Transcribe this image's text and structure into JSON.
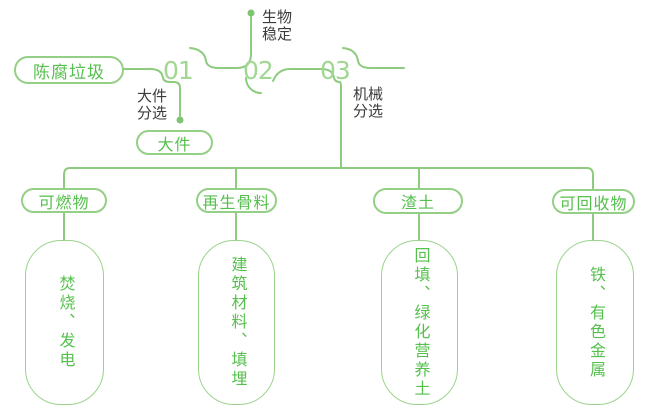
{
  "palette": {
    "line_green": "#8dcb7e",
    "border_green": "#93cf85",
    "text_green": "#56c04e",
    "number_green": "#a2d693",
    "dot_green": "#7ec571",
    "dark_text": "#3b3b3b"
  },
  "flow": {
    "source_label": "陈腐垃圾",
    "steps": [
      {
        "number": "01",
        "process": "大件分选",
        "output": "大件"
      },
      {
        "number": "02",
        "process": "生物稳定"
      },
      {
        "number": "03",
        "process": "机械分选"
      }
    ]
  },
  "branches": [
    {
      "category": "可燃物",
      "products": "焚烧、发电"
    },
    {
      "category": "再生骨料",
      "products": "建筑材料、填埋"
    },
    {
      "category": "渣土",
      "products": "回填、绿化营养土"
    },
    {
      "category": "可回收物",
      "products": "铁、有色金属"
    }
  ]
}
